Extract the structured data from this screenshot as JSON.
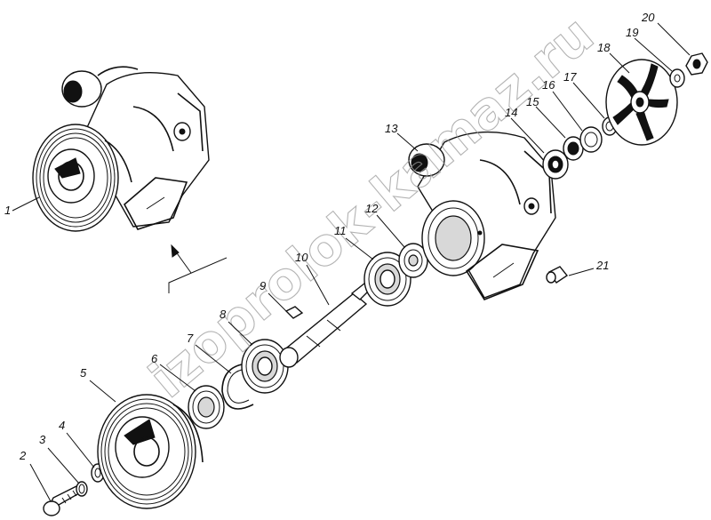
{
  "watermark": "izoprolok-kamaz.ru",
  "callouts": [
    {
      "id": "1",
      "label": "1"
    },
    {
      "id": "2",
      "label": "2"
    },
    {
      "id": "3",
      "label": "3"
    },
    {
      "id": "4",
      "label": "4"
    },
    {
      "id": "5",
      "label": "5"
    },
    {
      "id": "6",
      "label": "6"
    },
    {
      "id": "7",
      "label": "7"
    },
    {
      "id": "8",
      "label": "8"
    },
    {
      "id": "9",
      "label": "9"
    },
    {
      "id": "10",
      "label": "10"
    },
    {
      "id": "11",
      "label": "11"
    },
    {
      "id": "12",
      "label": "12"
    },
    {
      "id": "13",
      "label": "13"
    },
    {
      "id": "14",
      "label": "14"
    },
    {
      "id": "15",
      "label": "15"
    },
    {
      "id": "16",
      "label": "16"
    },
    {
      "id": "17",
      "label": "17"
    },
    {
      "id": "18",
      "label": "18"
    },
    {
      "id": "19",
      "label": "19"
    },
    {
      "id": "20",
      "label": "20"
    },
    {
      "id": "21",
      "label": "21"
    }
  ]
}
